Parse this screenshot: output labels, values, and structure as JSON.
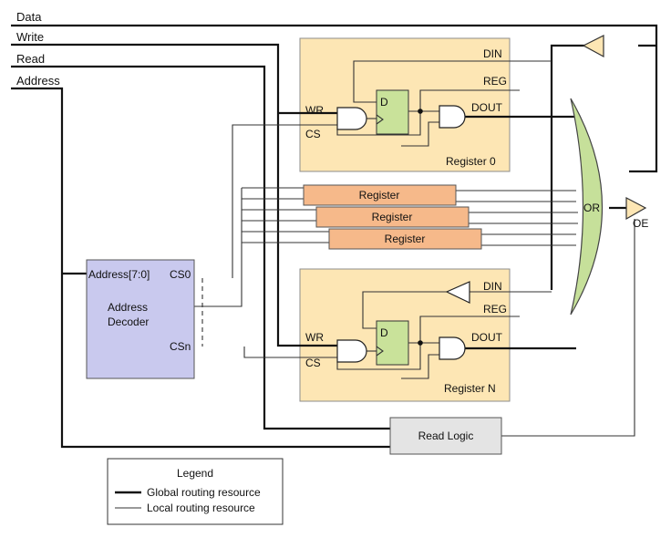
{
  "signals": {
    "data": "Data",
    "write": "Write",
    "read": "Read",
    "address": "Address"
  },
  "register0": {
    "title": "Register 0",
    "din": "DIN",
    "reg": "REG",
    "dout": "DOUT",
    "wr": "WR",
    "cs": "CS",
    "ff": "D"
  },
  "registerN": {
    "title": "Register N",
    "din": "DIN",
    "reg": "REG",
    "dout": "DOUT",
    "wr": "WR",
    "cs": "CS",
    "ff": "D"
  },
  "middle_registers": [
    "Register",
    "Register",
    "Register"
  ],
  "decoder": {
    "address_port": "Address[7:0]",
    "cs0": "CS0",
    "csn": "CSn",
    "name_line1": "Address",
    "name_line2": "Decoder"
  },
  "or_gate": "OR",
  "output_enable": "OE",
  "read_logic": "Read Logic",
  "legend": {
    "title": "Legend",
    "global": "Global routing resource",
    "local": "Local routing resource"
  }
}
